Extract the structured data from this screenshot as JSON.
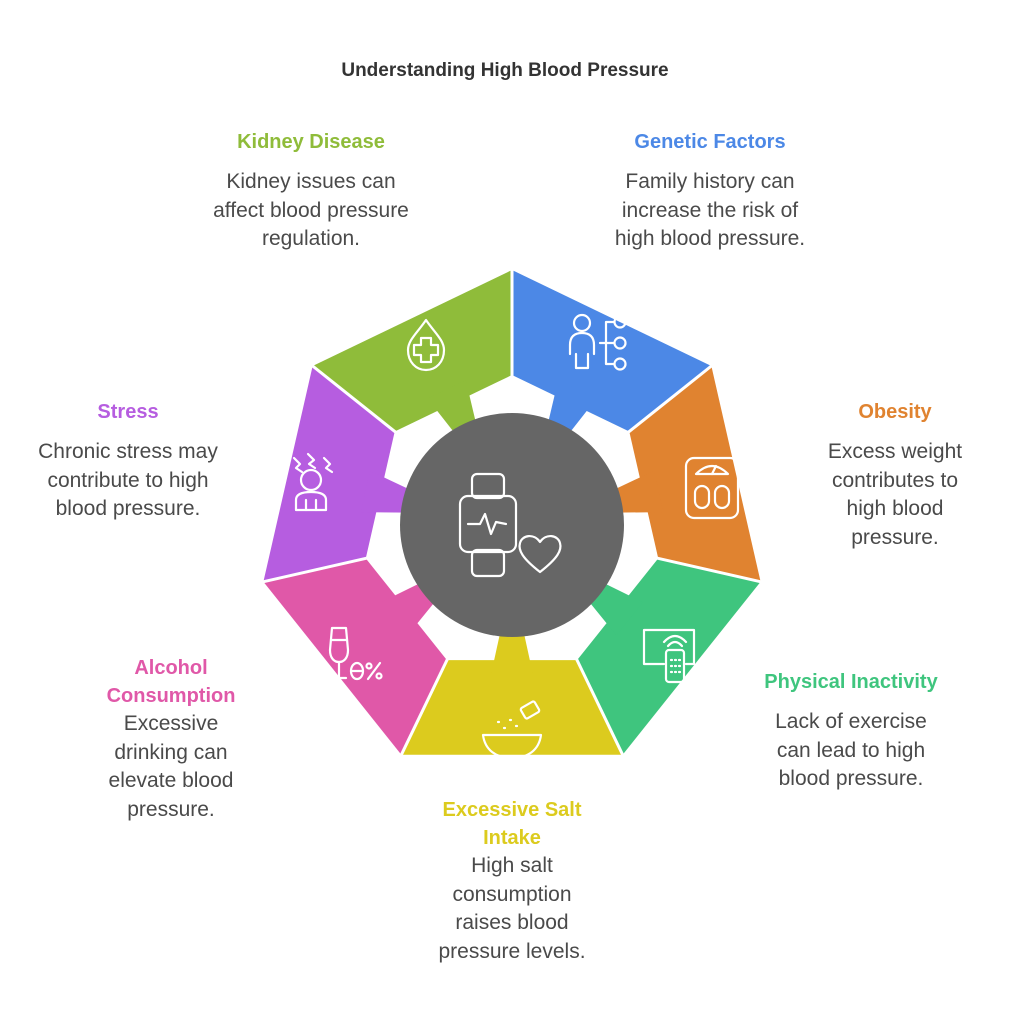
{
  "title": "Understanding High Blood Pressure",
  "center_icon": "smartwatch-heart-icon",
  "segments": [
    {
      "key": "genetic",
      "name": "Genetic Factors",
      "description": "Family history can increase the risk of high blood pressure.",
      "color": "#4C88E6",
      "icon": "family-tree-icon"
    },
    {
      "key": "obesity",
      "name": "Obesity",
      "description": "Excess weight contributes to high blood pressure.",
      "color": "#E08330",
      "icon": "weight-scale-icon"
    },
    {
      "key": "inactivity",
      "name": "Physical Inactivity",
      "description": "Lack of exercise can lead to high blood pressure.",
      "color": "#3FC57E",
      "icon": "tv-remote-icon"
    },
    {
      "key": "salt",
      "name": "Excessive Salt Intake",
      "description": "High salt consumption raises blood pressure levels.",
      "color": "#DCCB1E",
      "icon": "salt-bowl-icon"
    },
    {
      "key": "alcohol",
      "name": "Alcohol Consumption",
      "description": "Excessive drinking can elevate blood pressure.",
      "color": "#E058A8",
      "icon": "wine-glass-icon"
    },
    {
      "key": "stress",
      "name": "Stress",
      "description": "Chronic stress may contribute to high blood pressure.",
      "color": "#B65DE0",
      "icon": "stressed-person-icon"
    },
    {
      "key": "kidney",
      "name": "Kidney Disease",
      "description": "Kidney issues can affect blood pressure regulation.",
      "color": "#8FBC3A",
      "icon": "medical-drop-icon"
    }
  ],
  "center_color": "#666666"
}
